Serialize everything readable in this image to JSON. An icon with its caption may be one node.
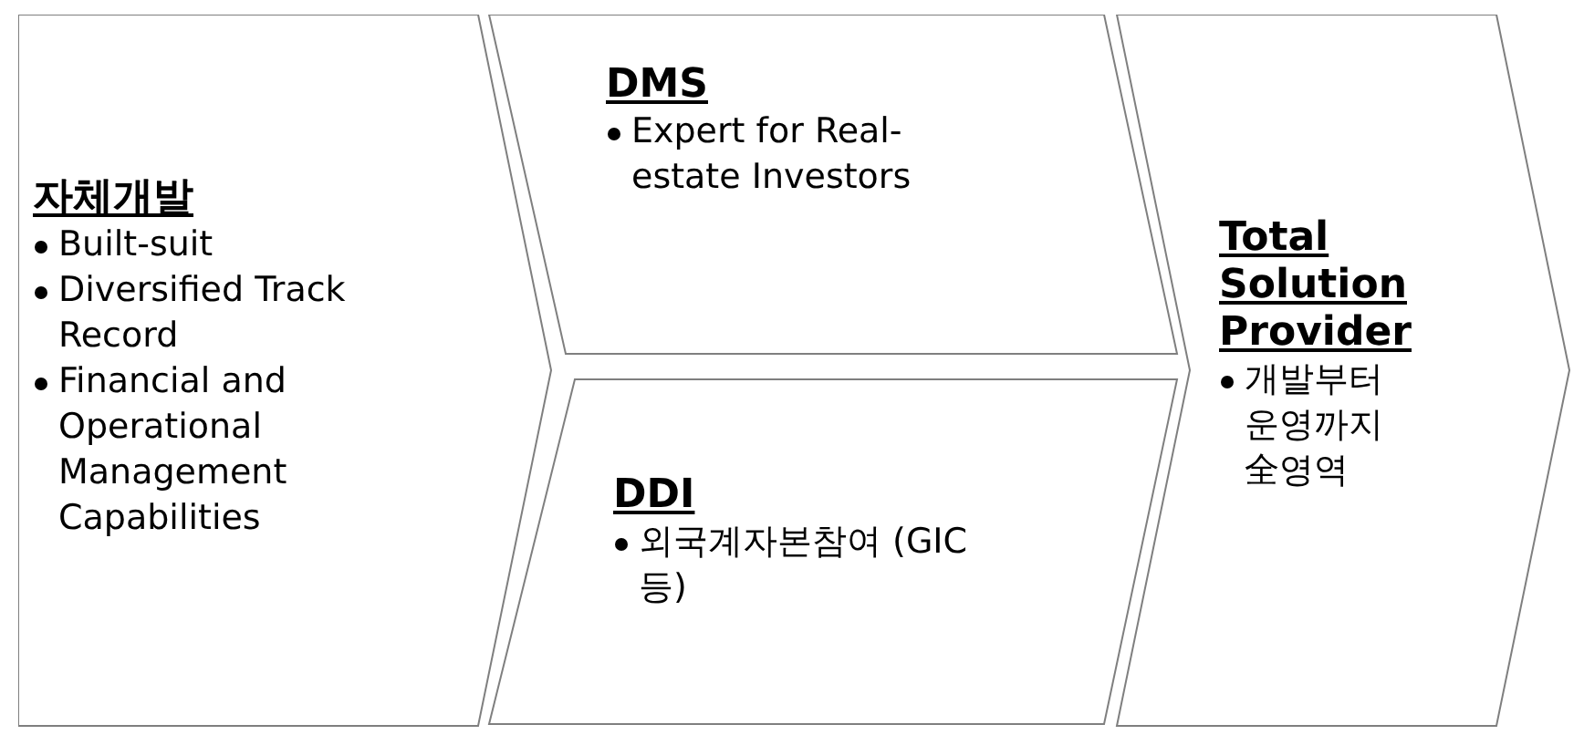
{
  "diagram": {
    "nodes": [
      {
        "text": [
          "자체개발",
          "Built-suit",
          "Diversified Track Record",
          "Financial and Operational Management Capabilities"
        ]
      },
      {
        "text": [
          "DMS",
          "Expert for Real-estate Investors"
        ]
      },
      {
        "text": [
          "DDI",
          "외국계자본참여 (GIC 등)"
        ]
      },
      {
        "text": [
          "Total Solution Provider",
          "개발부터 운영까지 全영역"
        ]
      }
    ]
  }
}
